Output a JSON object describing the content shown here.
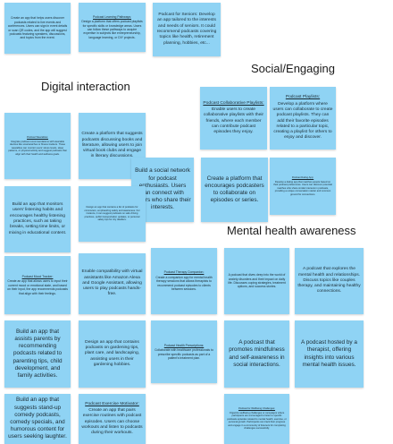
{
  "headings": {
    "social": "Social/Engaging",
    "digital": "Digital interaction",
    "mental": "Mental health awareness"
  },
  "notes": {
    "n1": {
      "title": "",
      "body": "Create an app that helps users discover podcasts related to live events and conferences. Users can sign in event details or scan QR codes, and the app will suggest podcasts featuring speakers, discussions, and topics from the event."
    },
    "n2": {
      "title": "Podcast Learning Pathways:",
      "body": "Design a platform that offers podcast playlists for specific skills or knowledge areas. Users can follow these pathways to acquire expertise in subjects like entrepreneurship, language learning, or DIY projects."
    },
    "n3": {
      "title": "",
      "body": "Podcast for Seniors: Develop an app tailored to the interests and needs of seniors. It could recommend podcasts covering topics like health, retirement planning, hobbies, etc..."
    },
    "n4": {
      "title": "Podcast Collaborative Playlists:",
      "body": "Enable users to create collaborative playlists with their friends, where each member can contribute podcast episodes they enjoy."
    },
    "n5": {
      "title": "Podcast Playlists:",
      "body": "Develop a platform where users can collaborate to create podcast playlists. They can add their favorite episodes related to a particular topic, creating a playlist for others to enjoy and discover."
    },
    "n6": {
      "title": "Podcast Wearables:",
      "body": "Integrate podcast recommendations with wearable devices like smartwatches or fitness trackers. These wearables can monitor users' stress levels, sleep patterns, or physical activity and suggest podcasts that align with their health and wellness goals."
    },
    "n7": {
      "title": "",
      "body": "Create a platform that suggests podcasts discussing books and literature, allowing users to join virtual book clubs and engage in literary discussions."
    },
    "n8": {
      "title": "",
      "body": "Build a social network for podcast enthusiasts. Users can connect with others who share their interests."
    },
    "n9": {
      "title": "",
      "body": "Create a platform that encourages podcasters to collaborate on episodes or series."
    },
    "n10": {
      "title": "Podcast Dating App:",
      "body": "Develop a dating app that matches people based on their podcast preferences. Users can discover potential matches who share similar interests in podcasts, providing a unique conversation starter and common ground for connections."
    },
    "n11": {
      "title": "",
      "body": "Build an app that monitors users' listening habits and encourages healthy listening practices, such as taking breaks, setting time limits, or mixing in educational content."
    },
    "n12": {
      "title": "",
      "body": "Design an app that contains a list of podcasts for commuters, emphasizing safety and awareness. For instance, it can suggest podcasts on safe driving practices, public transportation updates, or personal safety tips for city dwellers."
    },
    "n13": {
      "title": "Podcast Mood Tracker:",
      "body": "Create an app that allows users to input their current mood or emotional state, and based on their input, the app recommends podcasts that align with their feelings."
    },
    "n14": {
      "title": "",
      "body": "Enable compatibility with virtual assistants like Amazon Alexa and Google Assistant, allowing users to play podcasts hands-free."
    },
    "n15": {
      "title": "Podcast Therapy Companion:",
      "body": "Create a companion app for mental health therapy sessions that allows therapists to recommend podcast episodes to clients between sessions."
    },
    "n16": {
      "title": "",
      "body": "A podcast that dives deep into the world of anxiety disorders and their impact on daily life. Discusses coping strategies, treatment options, and success stories."
    },
    "n17": {
      "title": "",
      "body": "A podcast that explores the mental health and relationships. Discuss topics like couples therapy, and maintaining healthy connections."
    },
    "n18": {
      "title": "",
      "body": "Build an app that assists parents by recommending podcasts related to parenting tips, child development, and family activities."
    },
    "n19": {
      "title": "",
      "body": "Design an app that contains podcasts on gardening tips, plant care, and landscaping, assisting users in their gardening hobbies."
    },
    "n20": {
      "title": "Podcast Health Prescriptions:",
      "body": "Collaborate with healthcare professionals to prescribe specific podcasts as part of a patient's treatment plan."
    },
    "n21": {
      "title": "",
      "body": "A podcast that promotes mindfulness and self-awareness in social interactions."
    },
    "n22": {
      "title": "",
      "body": "A podcast hosted by a therapist, offering insights into various mental health issues."
    },
    "n23": {
      "title": "",
      "body": "Build an app that suggests stand-up comedy podcasts, comedy specials, and humorous content for users seeking laughter."
    },
    "n24": {
      "title": "Podcast Exercise Motivator:",
      "body": "Create an app that pairs exercise routines with podcast episodes. Users can choose workouts and listen to podcasts during their workouts."
    },
    "n25": {
      "title": "Podcast for Wellbeing Challenges:",
      "body": "Organize wellbeing challenges or campaigns where participants are encouraged to listen to specific podcasts episodes related to mental health, exercise, or personal growth. Participants can track their progress and engage in a community of listeners for completing challenges successfully."
    }
  }
}
